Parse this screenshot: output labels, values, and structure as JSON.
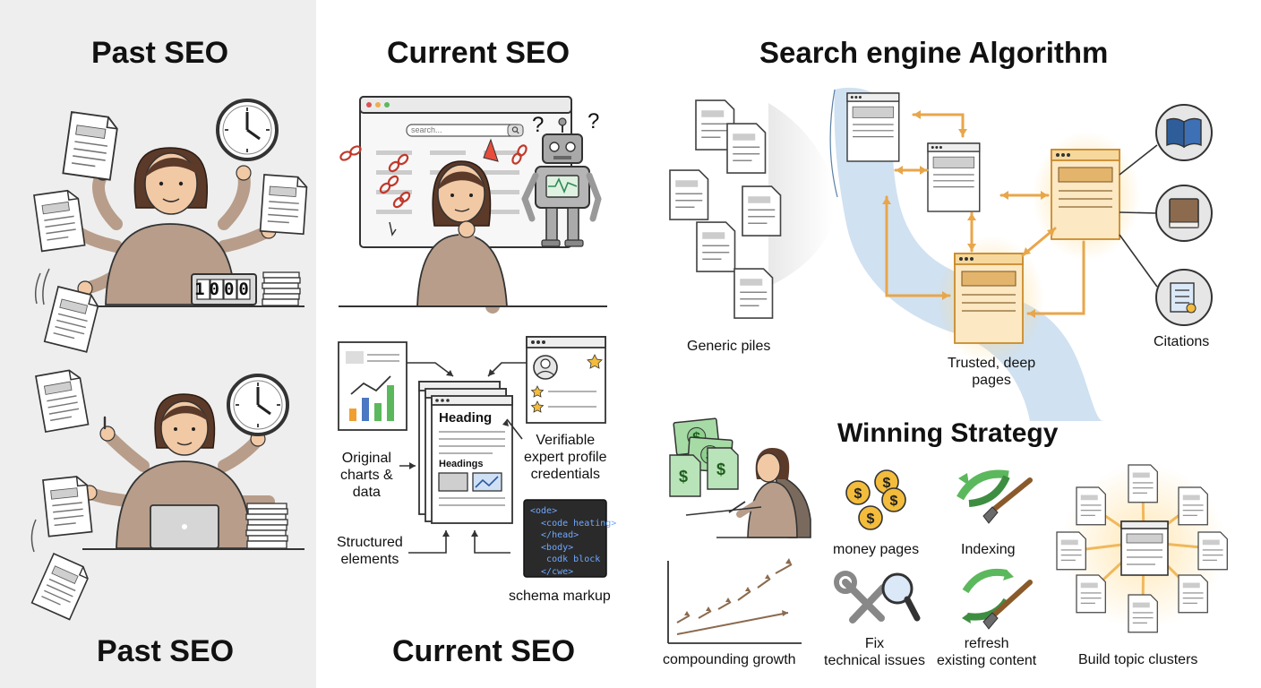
{
  "past": {
    "title_top": "Past SEO",
    "title_bottom": "Past SEO",
    "counter": "1000"
  },
  "current": {
    "title_top": "Current SEO",
    "title_bottom": "Current SEO",
    "search_placeholder": "search...",
    "question_marks": [
      "?",
      "?"
    ],
    "doc_heading": "Heading",
    "doc_subheading": "Headings",
    "labels": {
      "original_charts": [
        "Original",
        "charts &",
        "data"
      ],
      "verifiable": [
        "Verifiable",
        "expert profile",
        "credentials"
      ],
      "structured": [
        "Structured",
        "elements"
      ],
      "schema": "schema markup"
    },
    "code_lines": [
      "<ode>",
      "  <code heating>",
      "  </head>",
      "  <body>",
      "   codk block",
      "  </cwe>"
    ]
  },
  "algorithm": {
    "title": "Search engine Algorithm",
    "labels": {
      "generic_piles": "Generic piles",
      "trusted": [
        "Trusted, deep",
        "pages"
      ],
      "citations": "Citations"
    }
  },
  "strategy": {
    "title": "Winning Strategy",
    "labels": {
      "compounding": "compounding growth",
      "money_pages": "money pages",
      "indexing": "Indexing",
      "fix": [
        "Fix",
        "technical issues"
      ],
      "refresh": [
        "refresh",
        "existing content"
      ],
      "clusters": "Build topic clusters"
    },
    "currency_symbol": "$"
  },
  "colors": {
    "left_bg": "#eeeeee",
    "gold": "#e8a64a",
    "gold_fill": "#fbe6bd",
    "skin": "#f2c9a5",
    "hair": "#5b3a29",
    "sweater": "#b79d8a",
    "money_green": "#8fcf8f",
    "coin": "#f0b429",
    "arrow_green": "#5cb85c",
    "river_blue": "#c8dcee"
  }
}
